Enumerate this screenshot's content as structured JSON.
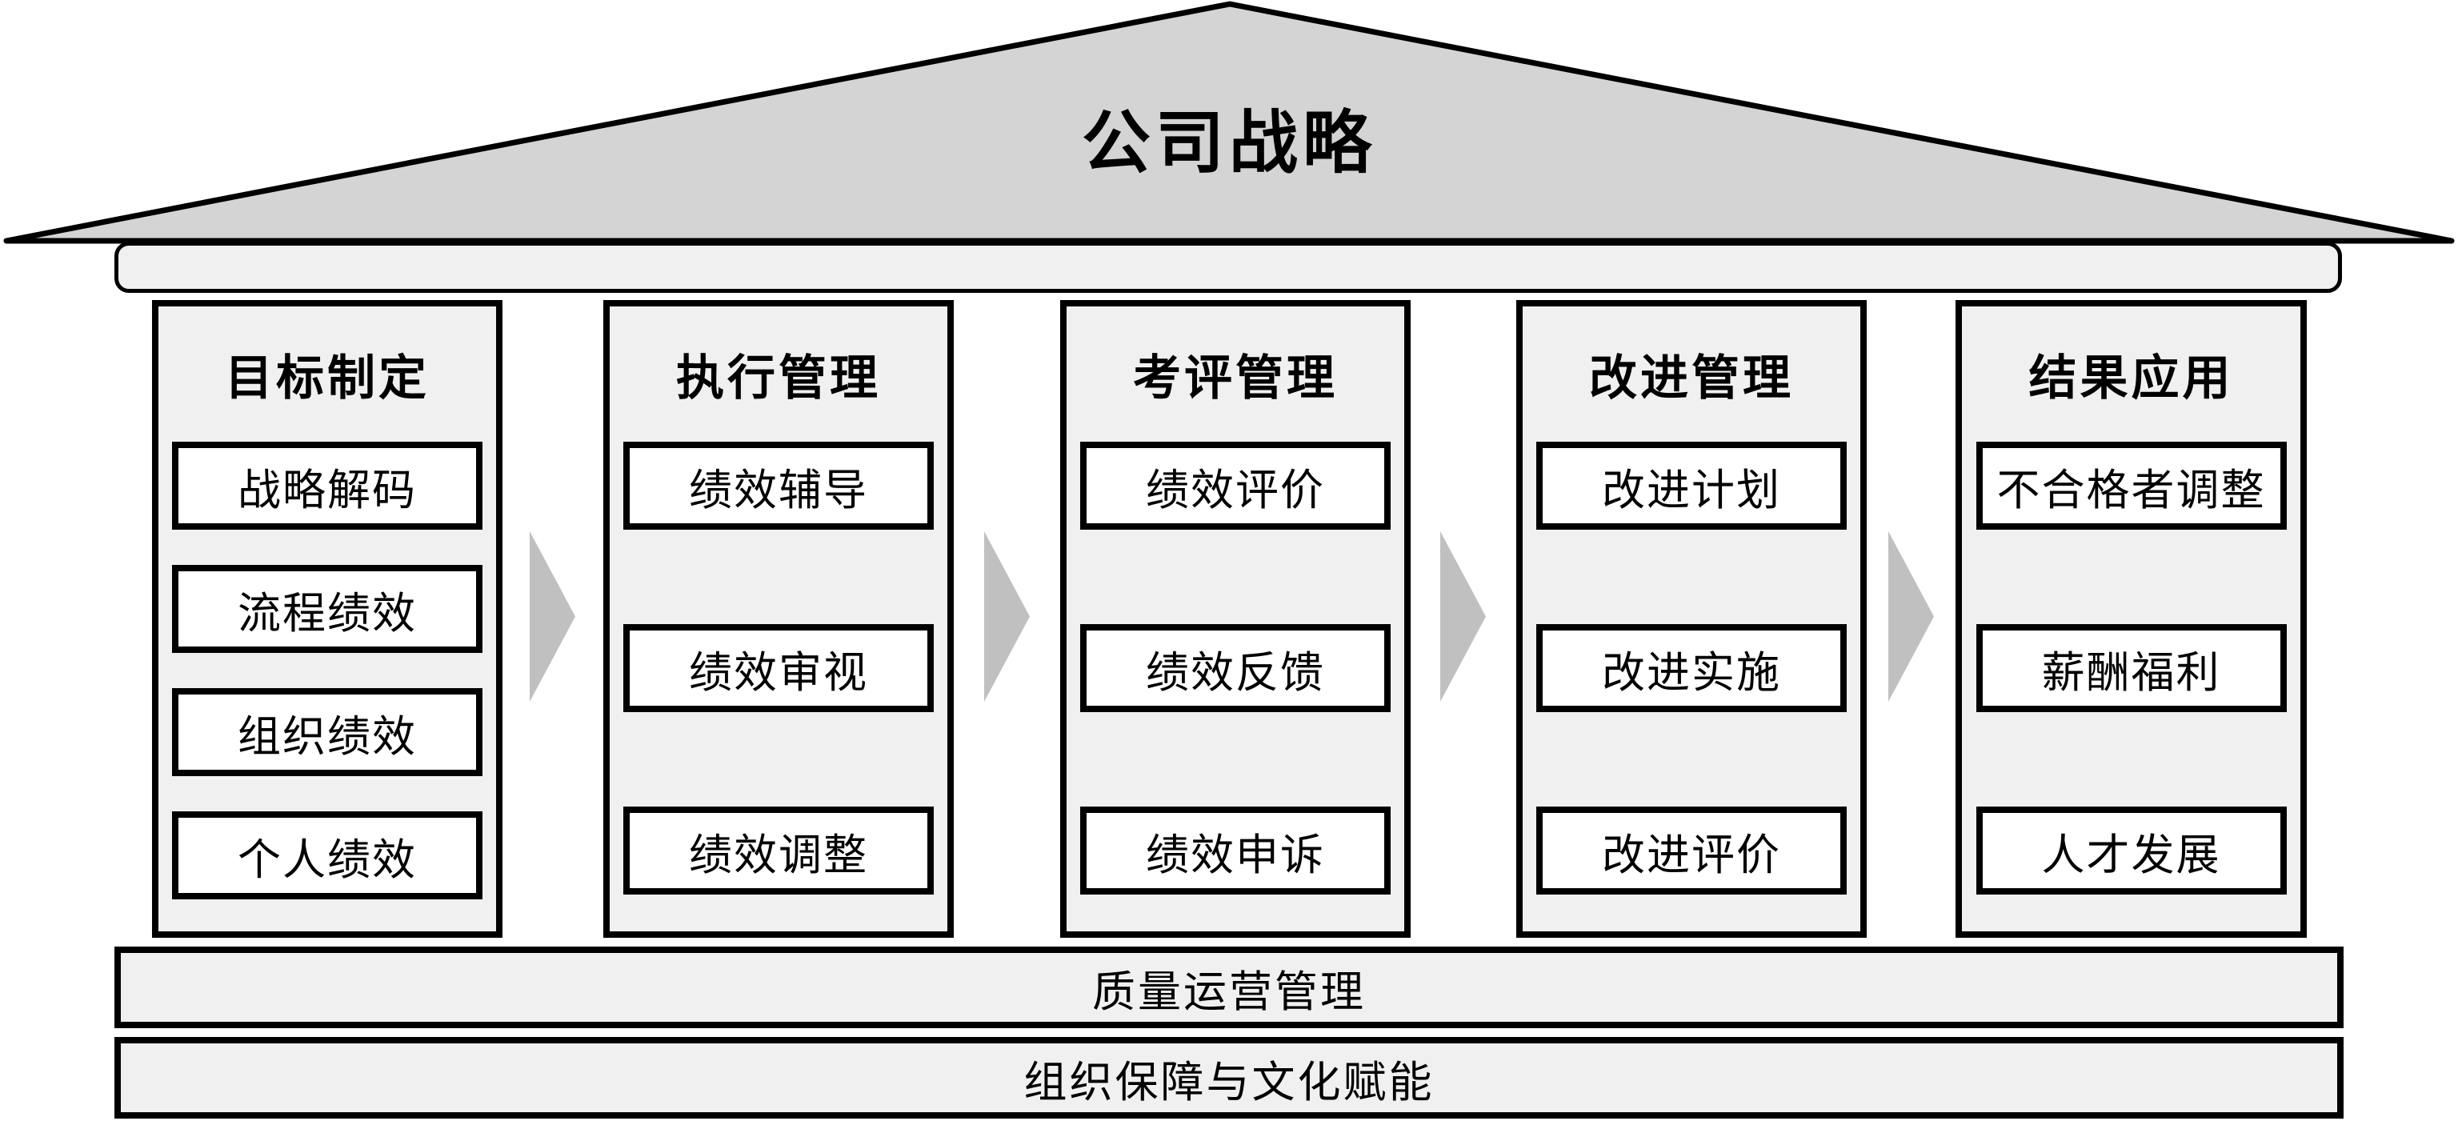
{
  "roof": {
    "title": "公司战略"
  },
  "pillars": [
    {
      "header": "目标制定",
      "items": [
        "战略解码",
        "流程绩效",
        "组织绩效",
        "个人绩效"
      ]
    },
    {
      "header": "执行管理",
      "items": [
        "绩效辅导",
        "绩效审视",
        "绩效调整"
      ]
    },
    {
      "header": "考评管理",
      "items": [
        "绩效评价",
        "绩效反馈",
        "绩效申诉"
      ]
    },
    {
      "header": "改进管理",
      "items": [
        "改进计划",
        "改进实施",
        "改进评价"
      ]
    },
    {
      "header": "结果应用",
      "items": [
        "不合格者调整",
        "薪酬福利",
        "人才发展"
      ]
    }
  ],
  "foundations": [
    {
      "label": "质量运营管理"
    },
    {
      "label": "组织保障与文化赋能"
    }
  ],
  "colors": {
    "roof_fill": "#d4d4d4",
    "panel_fill": "#f0f0f0",
    "box_fill": "#ffffff",
    "arrow_fill": "#c0c0c0",
    "line": "#000000",
    "page_bg": "#ffffff"
  }
}
